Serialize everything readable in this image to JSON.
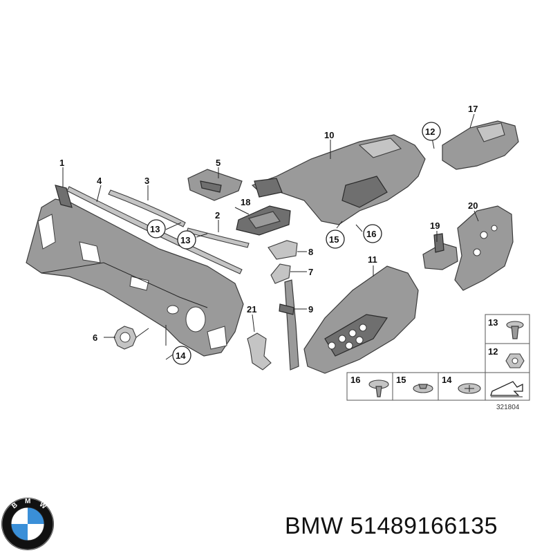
{
  "callouts": {
    "c1": "1",
    "c2": "2",
    "c3": "3",
    "c4": "4",
    "c5": "5",
    "c6": "6",
    "c7": "7",
    "c8": "8",
    "c9": "9",
    "c10": "10",
    "c11": "11",
    "c12": "12",
    "c13a": "13",
    "c13b": "13",
    "c14": "14",
    "c15": "15",
    "c16": "16",
    "c17": "17",
    "c18": "18",
    "c19": "19",
    "c20": "20",
    "c21": "21"
  },
  "legend": {
    "l13": "13",
    "l12": "12",
    "l16": "16",
    "l15": "15",
    "l14": "14"
  },
  "diagram_ref": "321804",
  "brand": {
    "logo_letters": "BMW",
    "caption": "BMW 51489166135"
  },
  "colors": {
    "part_fill": "#9a9a9a",
    "part_stroke": "#3a3a3a",
    "logo_blue": "#3a8fd8",
    "logo_ring": "#111111"
  }
}
